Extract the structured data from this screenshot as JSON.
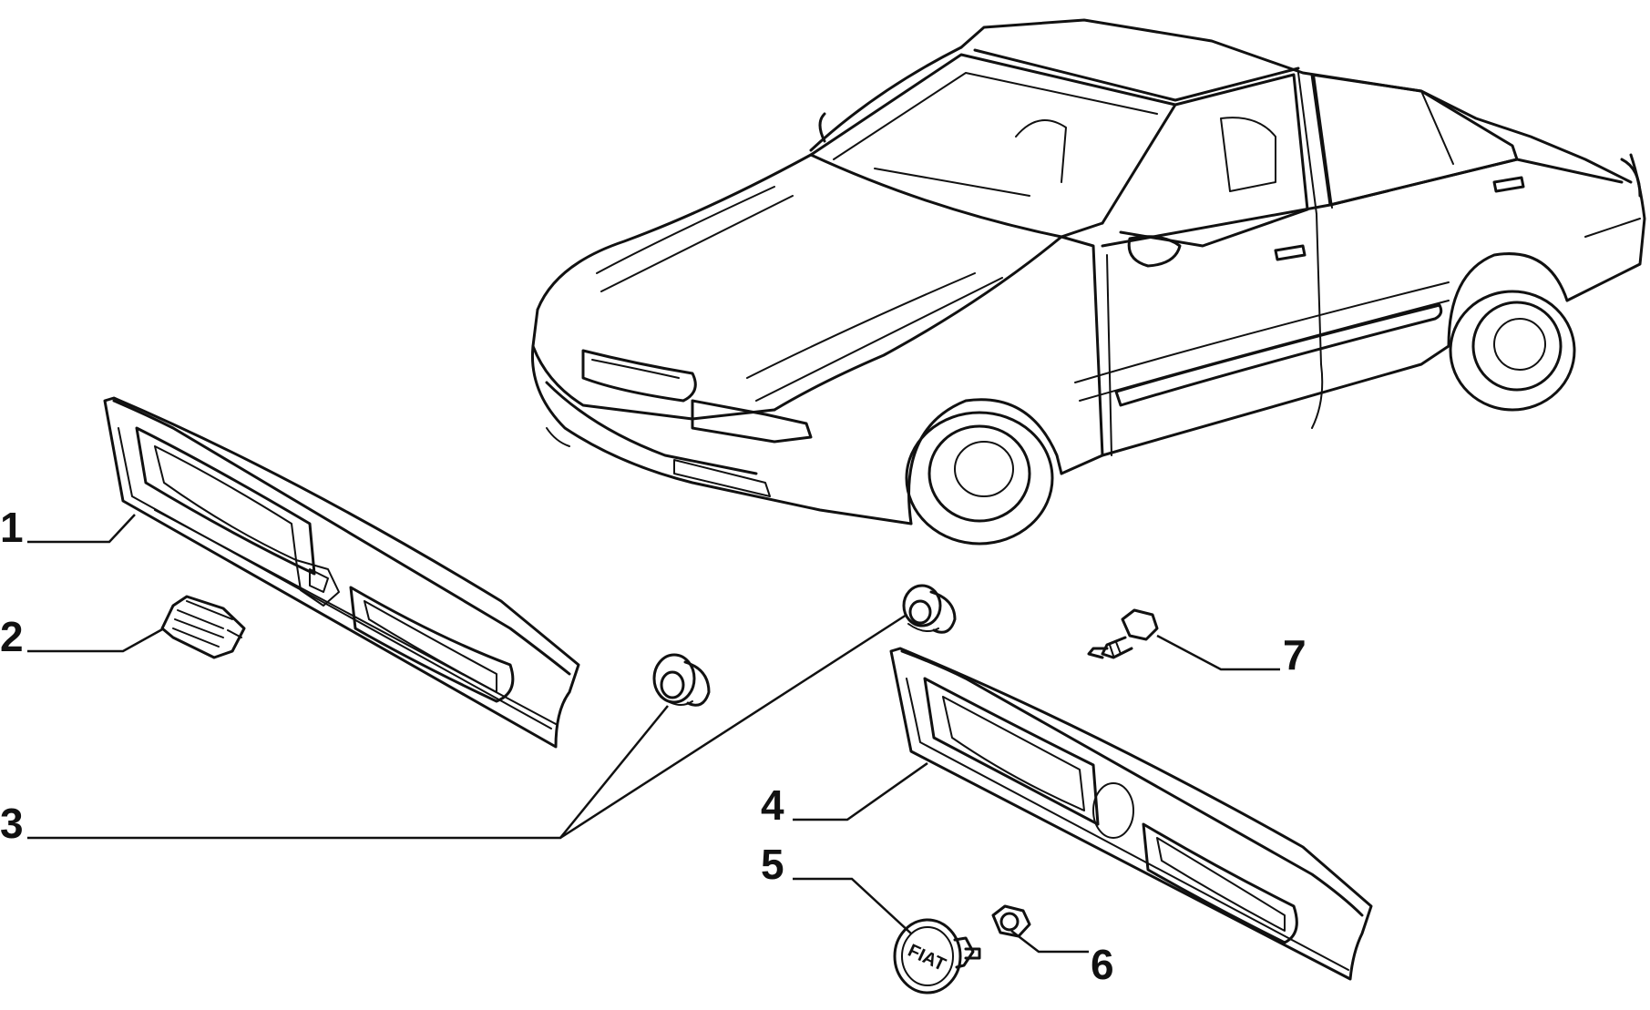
{
  "callouts": [
    {
      "id": "1",
      "label": "1"
    },
    {
      "id": "2",
      "label": "2"
    },
    {
      "id": "3",
      "label": "3"
    },
    {
      "id": "4",
      "label": "4"
    },
    {
      "id": "5",
      "label": "5"
    },
    {
      "id": "6",
      "label": "6"
    },
    {
      "id": "7",
      "label": "7"
    }
  ],
  "emblem_text": "FIAT"
}
